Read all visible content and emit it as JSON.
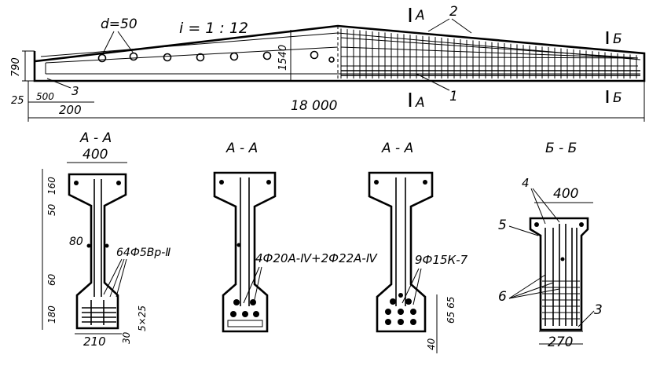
{
  "beam": {
    "hole_label": "d=50",
    "slope_label": "i = 1 : 12",
    "section_mark_top": "A",
    "section_mark_bottom": "A",
    "section_mark_right_top": "Б",
    "section_mark_right_bottom": "Б",
    "callout_1": "1",
    "callout_2": "2",
    "callout_3": "3",
    "dim_height_end": "790",
    "dim_height_mid": "1540",
    "dim_offset_25": "25",
    "dim_500": "500",
    "dim_200": "200",
    "dim_span": "18 000"
  },
  "section_a1": {
    "title": "А - А",
    "width_top": "400",
    "dim_160": "160",
    "dim_50": "50",
    "dim_80": "80",
    "dim_60": "60",
    "dim_180": "180",
    "dim_210": "210",
    "dim_30": "30",
    "dim_5x25": "5×25",
    "rebar_label": "64Ф5Вр-Ⅱ"
  },
  "section_a2": {
    "title": "А - А",
    "rebar_label": "4Ф20А-Ⅳ+2Ф22А-Ⅳ"
  },
  "section_a3": {
    "title": "А - А",
    "rebar_label": "9Ф15К-7",
    "dim_65_65": "65 65",
    "dim_40": "40"
  },
  "section_b": {
    "title": "Б - Б",
    "width_top": "400",
    "width_bottom": "270",
    "callout_3": "3",
    "callout_4": "4",
    "callout_5": "5",
    "callout_6": "6"
  }
}
